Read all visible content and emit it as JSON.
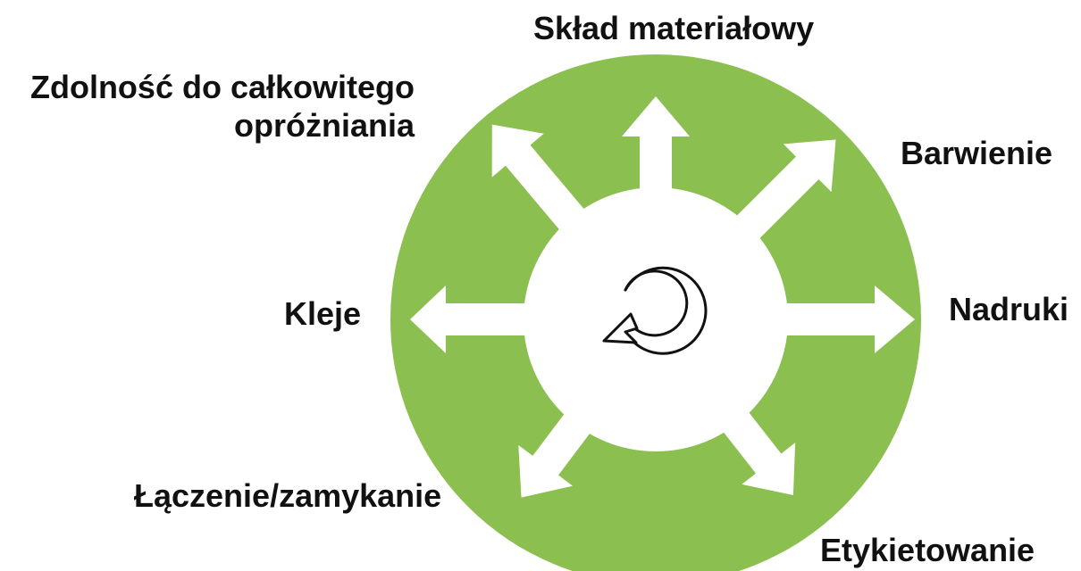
{
  "colors": {
    "ring_fill": "#8bbf4f",
    "center_fill": "#ffffff",
    "arrow_fill": "#ffffff",
    "cycle_icon_stroke": "#111111",
    "text": "#111111"
  },
  "center_icon": "circular-arrow-icon",
  "labels": {
    "sklad_materialowy": "Skład materiałowy",
    "zdolnosc_line1": "Zdolność do całkowitego",
    "zdolnosc_line2": "opróżniania",
    "barwienie": "Barwienie",
    "nadruki": "Nadruki",
    "kleje": "Kleje",
    "laczenie": "Łączenie/zamykanie",
    "etykietowanie": "Etykietowanie"
  }
}
